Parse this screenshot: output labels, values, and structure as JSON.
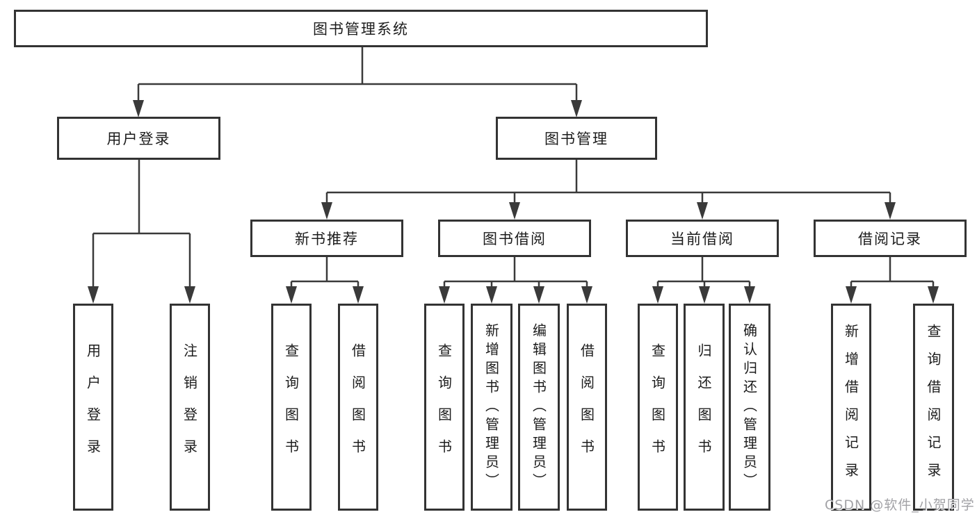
{
  "tree": {
    "root": {
      "label": "图书管理系统"
    },
    "branches": [
      {
        "label": "用户登录",
        "children": [
          {
            "label": "用户登录"
          },
          {
            "label": "注销登录"
          }
        ]
      },
      {
        "label": "图书管理",
        "children": [
          {
            "label": "新书推荐",
            "children": [
              {
                "label": "查询图书"
              },
              {
                "label": "借阅图书"
              }
            ]
          },
          {
            "label": "图书借阅",
            "children": [
              {
                "label": "查询图书"
              },
              {
                "label": "新增图书（管理员）"
              },
              {
                "label": "编辑图书（管理员）"
              },
              {
                "label": "借阅图书"
              }
            ]
          },
          {
            "label": "当前借阅",
            "children": [
              {
                "label": "查询图书"
              },
              {
                "label": "归还图书"
              },
              {
                "label": "确认归还（管理员）"
              }
            ]
          },
          {
            "label": "借阅记录",
            "children": [
              {
                "label": "新增借阅记录"
              },
              {
                "label": "查询借阅记录"
              }
            ]
          }
        ]
      }
    ]
  },
  "watermark": {
    "text": "CSDN @软件_小贺同学"
  },
  "colors": {
    "line": "#3a3a3a",
    "node_border": "#333333",
    "node_background": "#ffffff",
    "text": "#1c1c1c",
    "watermark": "#a2a2a6",
    "page_background": "#ffffff"
  }
}
